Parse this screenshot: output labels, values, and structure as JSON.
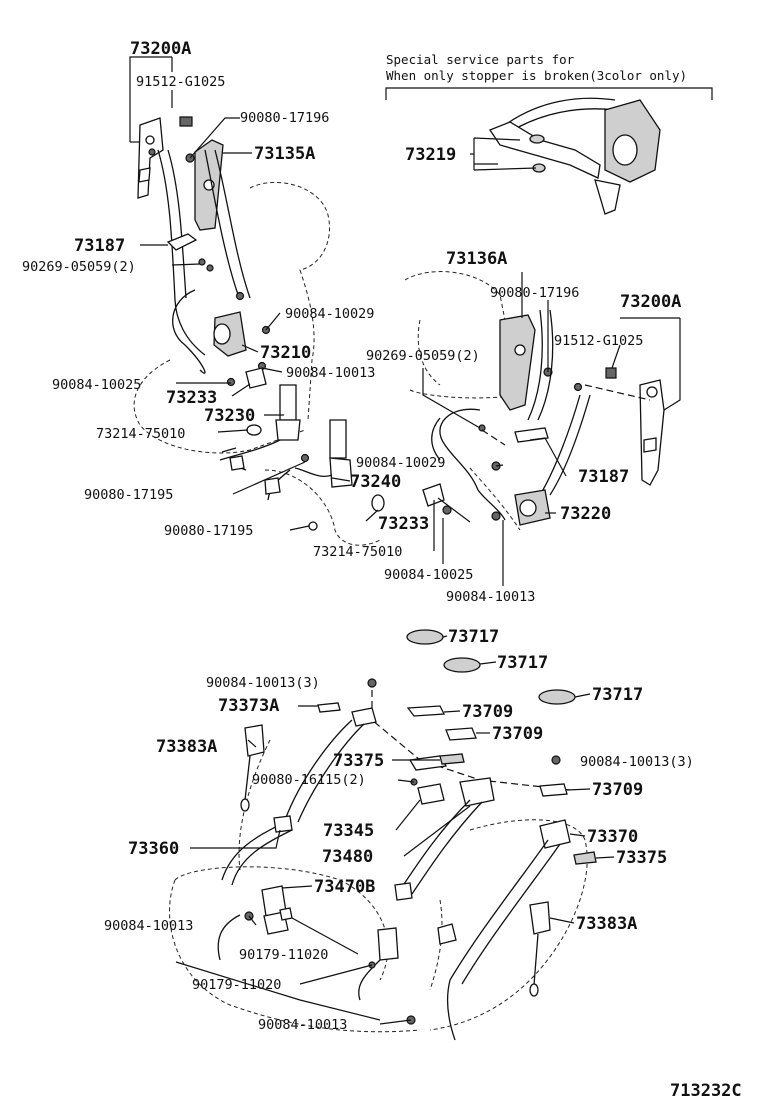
{
  "diagram": {
    "service_note": {
      "line1": "Special service parts for",
      "line2": "When only stopper is broken(3color only)"
    },
    "figure_code": "713232C",
    "labels": {
      "p73200A_l": "73200A",
      "p91512_l": "91512-G1025",
      "p90080_17196_l": "90080-17196",
      "p73135A": "73135A",
      "p73187_l": "73187",
      "p90269_l": "90269-05059(2)",
      "p90084_10029_l": "90084-10029",
      "p73210": "73210",
      "p90084_10025_l": "90084-10025",
      "p90084_10013_l": "90084-10013",
      "p73233_l": "73233",
      "p73230": "73230",
      "p73214_l": "73214-75010",
      "p90080_17195_a": "90080-17195",
      "p73240": "73240",
      "p90080_17195_b": "90080-17195",
      "p73233_c": "73233",
      "p73214_c": "73214-75010",
      "p90084_10025_c": "90084-10025",
      "p90084_10013_c": "90084-10013",
      "p73219": "73219",
      "p73136A": "73136A",
      "p90080_17196_r": "90080-17196",
      "p73200A_r": "73200A",
      "p91512_r": "91512-G1025",
      "p90269_r": "90269-05059(2)",
      "p90084_10029_r": "90084-10029",
      "p73187_r": "73187",
      "p73220": "73220",
      "p73717_a": "73717",
      "p73717_b": "73717",
      "p73717_c": "73717",
      "p90084_10013_3a": "90084-10013(3)",
      "p73373A": "73373A",
      "p73709_a": "73709",
      "p73709_b": "73709",
      "p73383A_l": "73383A",
      "p73375_a": "73375",
      "p90084_10013_3b": "90084-10013(3)",
      "p90080_16115": "90080-16115(2)",
      "p73709_c": "73709",
      "p73345": "73345",
      "p73370": "73370",
      "p73360": "73360",
      "p73480": "73480",
      "p73375_b": "73375",
      "p73470B": "73470B",
      "p90084_10013_rl": "90084-10013",
      "p73383A_r": "73383A",
      "p90179_a": "90179-11020",
      "p90179_b": "90179-11020",
      "p90084_10013_bt": "90084-10013"
    }
  }
}
